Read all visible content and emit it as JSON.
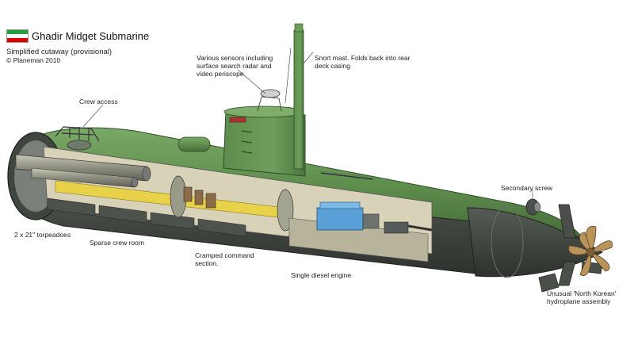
{
  "header": {
    "title": "Ghadir Midget Submarine",
    "subtitle": "Simplified cutaway (provisional)",
    "copyright": "© Planeman 2010"
  },
  "labels": {
    "sensors": "Various sensors including\nsurface search radar and\nvideo periscope",
    "snort": "Snort mast. Folds back into rear\ndeck casing",
    "crew_access": "Crew access",
    "secondary_screw": "Secondary screw",
    "torpedoes": "2 x 21\" torpeadoes",
    "crew_room": "Sparse crew room",
    "command": "Cramped command\nsection.",
    "engine": "Single diesel engine",
    "hydroplane": "Unusual 'North Korean'\nhydroplane assembly"
  },
  "colors": {
    "hull_green": "#5f8f4e",
    "hull_dark": "#3b3f3a",
    "flag_green": "#239f40",
    "flag_red": "#da0000"
  },
  "icons": {
    "flag": "iran-flag-icon"
  }
}
